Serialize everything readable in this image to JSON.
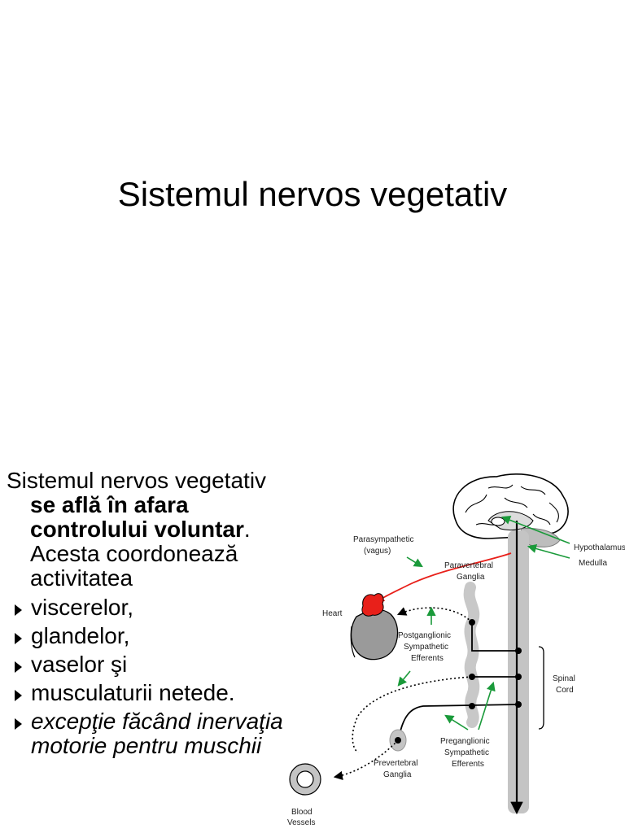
{
  "slide": {
    "title": "Sistemul nervos vegetativ",
    "intro": {
      "start": "Sistemul nervos vegetativ ",
      "bold": "se află în afara controlului voluntar",
      "end": ". Acesta coordonează activitatea"
    },
    "bullets": [
      "viscerelor,",
      "glandelor,",
      "vaselor şi",
      "musculaturii netede.",
      "excepţie făcând inervaţia motorie pentru muschii"
    ]
  },
  "diagram": {
    "labels": {
      "parasympathetic": "Parasympathetic",
      "vagus": "(vagus)",
      "hypothalamus": "Hypothalamus",
      "medulla": "Medulla",
      "paravertebral": "Paravertebral",
      "paravertebral_ganglia": "Ganglia",
      "heart": "Heart",
      "postganglionic": "Postganglionic",
      "post_sympathetic": "Sympathetic",
      "post_efferents": "Efferents",
      "spinal": "Spinal",
      "cord": "Cord",
      "preganglionic": "Preganglionic",
      "pre_sympathetic": "Sympathetic",
      "pre_efferents": "Efferents",
      "prevertebral": "Prevertebral",
      "prevertebral_ganglia": "Ganglia",
      "blood": "Blood",
      "vessels": "Vessels"
    },
    "colors": {
      "parasympathetic_fiber": "#e8201a",
      "label_arrow": "#1a9a3a",
      "heart_red": "#e8201a",
      "tissue_gray": "#b8b8b8"
    }
  }
}
